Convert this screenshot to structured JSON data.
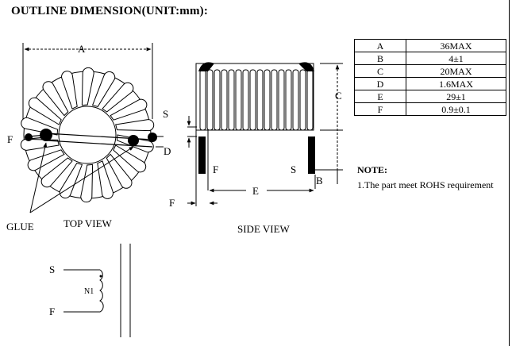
{
  "title": "OUTLINE DIMENSION(UNIT:mm):",
  "labels": {
    "top_view": "TOP VIEW",
    "side_view": "SIDE VIEW",
    "glue": "GLUE",
    "A": "A",
    "S": "S",
    "F": "F",
    "D": "D",
    "C": "C",
    "E": "E",
    "B": "B",
    "N1": "N1"
  },
  "dimensions": [
    {
      "key": "A",
      "value": "36MAX"
    },
    {
      "key": "B",
      "value": "4±1"
    },
    {
      "key": "C",
      "value": "20MAX"
    },
    {
      "key": "D",
      "value": "1.6MAX"
    },
    {
      "key": "E",
      "value": "29±1"
    },
    {
      "key": "F",
      "value": "0.9±0.1"
    }
  ],
  "note": {
    "heading": "NOTE:",
    "text": "1.The part meet ROHS requirement"
  }
}
